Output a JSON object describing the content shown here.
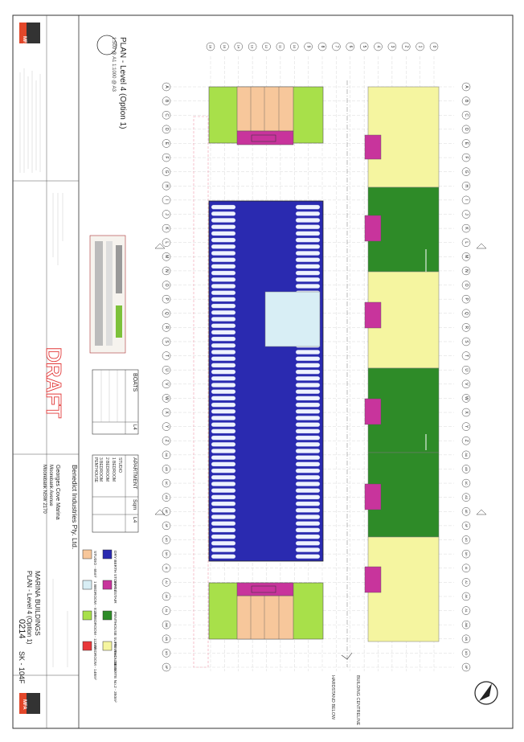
{
  "plan": {
    "title": "PLAN - Level 4 (Option 1)",
    "scale": "1:500 @ A1  1:1000 @ A3"
  },
  "project": {
    "client": "Benedict Industries Pty. Ltd.",
    "site": "Georges Cove Marina",
    "address1": "Moorebank Avenue",
    "address2": "Moorebank NSW 2170",
    "name": "MARINA BUILDINGS",
    "sheet_title": "PLAN - Level 4 (Option 1)",
    "drawing_number": "0214",
    "sheet": "SK - 104",
    "revision": "F",
    "logo_text": "MFA"
  },
  "draft_stamp": "DRAFT",
  "annotations": {
    "building_centreline": "BUILDING CENTRELINE",
    "hardstand_below": "HARDSTAND BELOW"
  },
  "grid": {
    "rows": [
      "A",
      "B",
      "C",
      "D",
      "E",
      "F",
      "G",
      "H",
      "I",
      "J",
      "K",
      "L",
      "M",
      "N",
      "O",
      "P",
      "Q",
      "R",
      "S",
      "T",
      "U",
      "V",
      "W",
      "X",
      "Y",
      "Z",
      "AA",
      "AB",
      "AC",
      "AD",
      "AE",
      "AF",
      "AG",
      "AH",
      "AI",
      "AJ",
      "AK",
      "AL",
      "AM",
      "AN",
      "AO",
      "AP"
    ],
    "cols": [
      "0",
      "1",
      "2",
      "3",
      "4",
      "5",
      "6",
      "7",
      "8",
      "9",
      "10",
      "11",
      "12",
      "13",
      "14",
      "15",
      "16"
    ]
  },
  "boats_table": {
    "header": "BOATS",
    "level": "L4"
  },
  "apartment_table": {
    "headers": [
      "APARTMENT",
      "Sqm",
      "L4"
    ],
    "rows": [
      [
        "STUDIO",
        "",
        ""
      ],
      [
        "1 BEDROOM",
        "",
        ""
      ],
      [
        "2 BEDROOM",
        "",
        ""
      ],
      [
        "3 BEDROOM",
        "",
        ""
      ],
      [
        "PENTHOUSE",
        "",
        ""
      ]
    ]
  },
  "legend": [
    {
      "label": "STUDIO - 65m²",
      "color": "#f7c79b"
    },
    {
      "label": "1 BEDROOM - 81m²",
      "color": "#d8eef5"
    },
    {
      "label": "2 BEDROOM - 113m²",
      "color": "#a8e04a"
    },
    {
      "label": "3 BEDROOM - 148m²",
      "color": "#e8383a"
    },
    {
      "label": "DRY BERTH STORAGE",
      "color": "#2a2ab0"
    },
    {
      "label": "LIFT / STAIR",
      "color": "#c8349c"
    },
    {
      "label": "PENTHOUSE SUITE No.1 - 380m²",
      "color": "#2e8b28"
    },
    {
      "label": "PENTHOUSE SUITE No.2 - 350m²",
      "color": "#f5f5a0"
    }
  ],
  "colors": {
    "storage": "#2a2ab0",
    "core": "#c8349c",
    "studio": "#f7c79b",
    "twobed": "#a8e04a",
    "penthouse1": "#2e8b28",
    "penthouse2": "#f5f5a0",
    "void": "#d8eef5",
    "line": "#555555"
  }
}
